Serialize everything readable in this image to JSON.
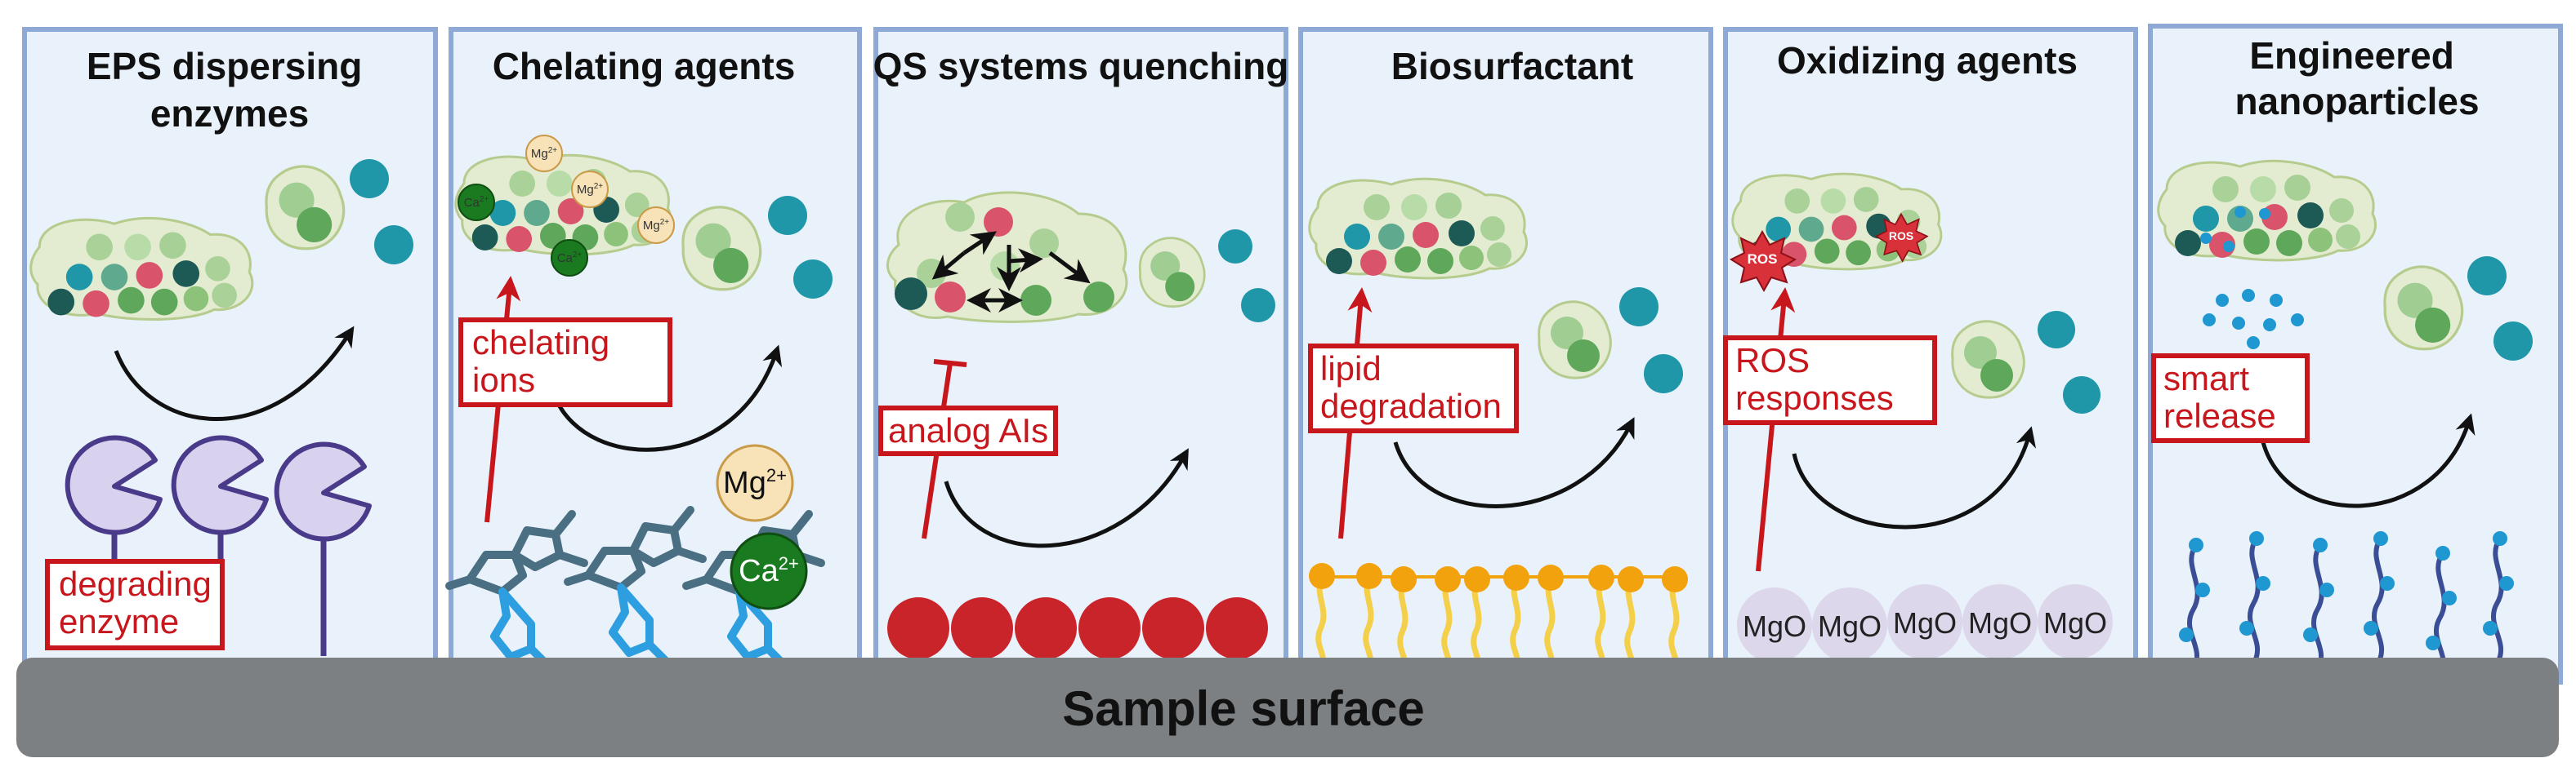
{
  "panels": [
    {
      "title_lines": [
        "EPS dispersing",
        "enzymes"
      ],
      "label_lines": [
        "degrading",
        "enzyme"
      ]
    },
    {
      "title_lines": [
        "Chelating agents"
      ],
      "label_lines": [
        "chelating",
        "ions"
      ]
    },
    {
      "title_lines": [
        "QS systems quenching"
      ],
      "label_lines": [
        "analog AIs"
      ]
    },
    {
      "title_lines": [
        "Biosurfactant"
      ],
      "label_lines": [
        "lipid",
        "degradation"
      ]
    },
    {
      "title_lines": [
        "Oxidizing agents"
      ],
      "label_lines": [
        "ROS",
        "responses"
      ]
    },
    {
      "title_lines": [
        "Engineered",
        "nanoparticles"
      ],
      "label_lines": [
        "smart",
        "release"
      ]
    }
  ],
  "surface_label": "Sample surface",
  "ions": {
    "mg": "Mg",
    "ca": "Ca",
    "charge": "2+"
  },
  "ros_label": "ROS",
  "mgo_label": "MgO",
  "colors": {
    "panel_bg": "#e9f1fb",
    "panel_border": "#8fa9d6",
    "label_red": "#c8161d",
    "surface": "#7d8082",
    "cell_teal": "#1f97a8",
    "enzyme": "#d9d2ef",
    "enzyme_stem": "#4a3a8a",
    "analog_red": "#c9242a",
    "lipid_orange": "#f2a20d",
    "lipid_tail": "#f4cf4a",
    "mgo": "#dcd7ea"
  }
}
